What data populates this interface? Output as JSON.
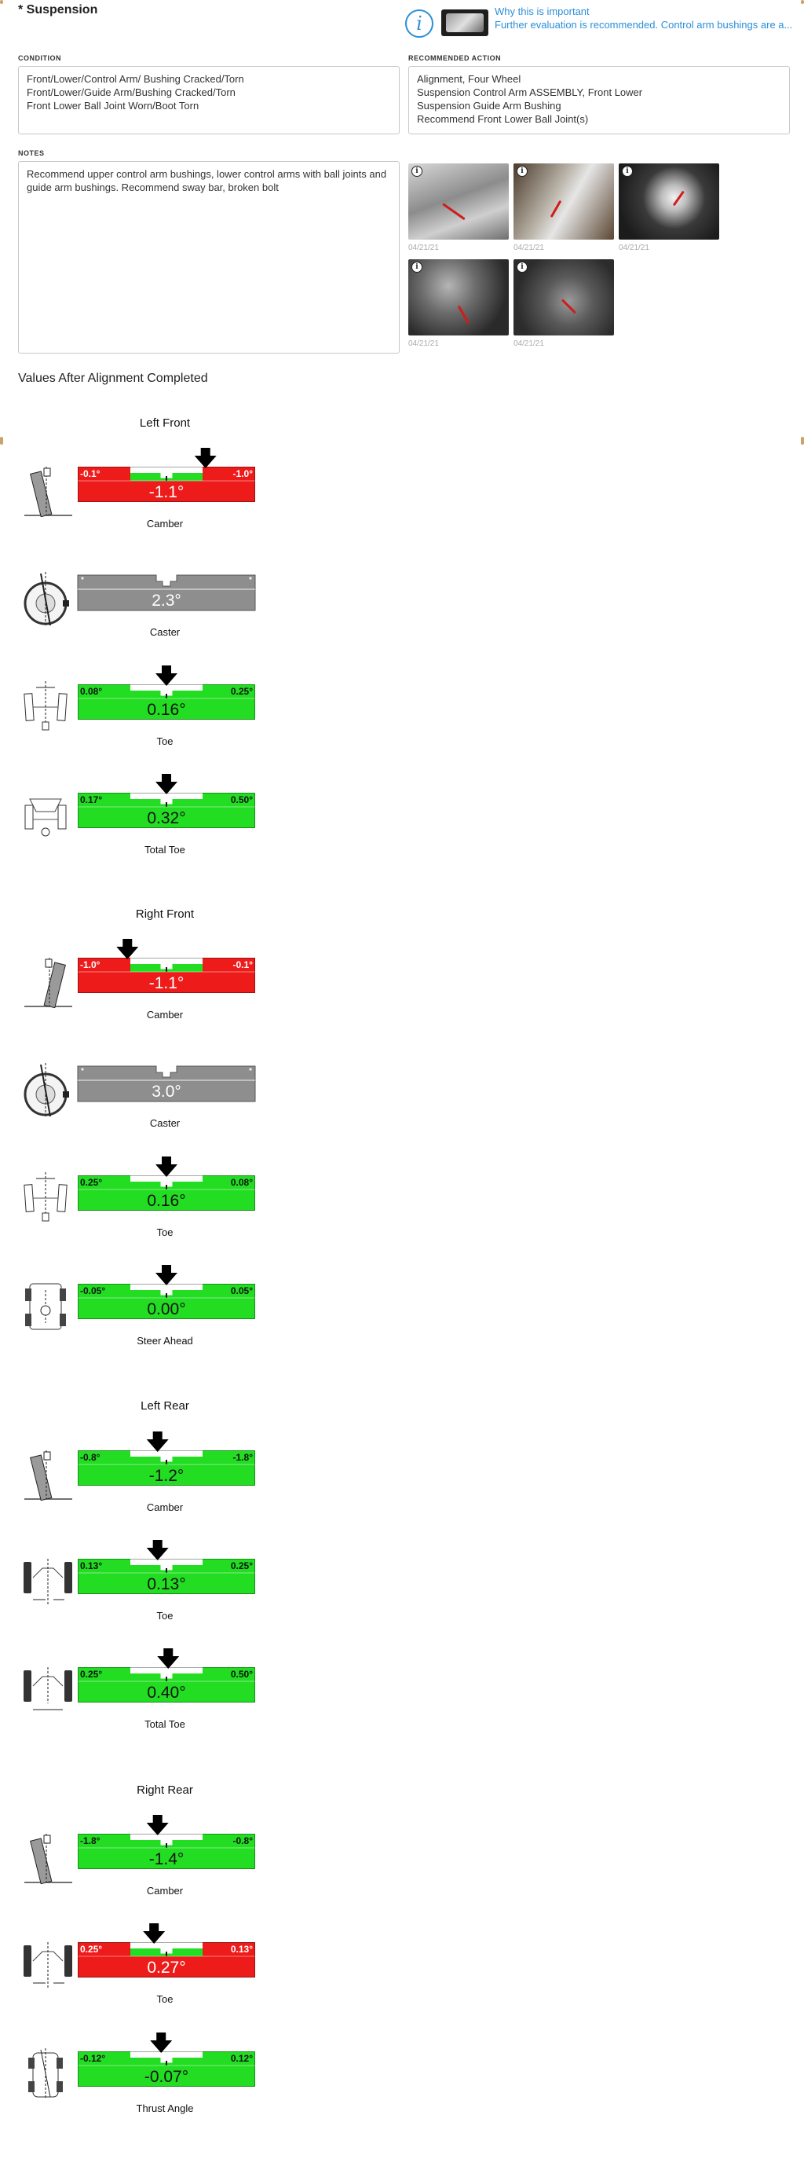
{
  "section": {
    "title": "* Suspension"
  },
  "info": {
    "icon": "info-icon",
    "link_label": "Why this is important",
    "description": "Further evaluation is recommended. Control arm bushings are a..."
  },
  "condition": {
    "label": "CONDITION",
    "lines": [
      "Front/Lower/Control Arm/ Bushing Cracked/Torn",
      "Front/Lower/Guide Arm/Bushing Cracked/Torn",
      "Front Lower Ball Joint Worn/Boot Torn"
    ]
  },
  "recommended": {
    "label": "RECOMMENDED ACTION",
    "lines": [
      "Alignment, Four Wheel",
      "Suspension Control Arm ASSEMBLY, Front Lower",
      "Suspension Guide Arm Bushing",
      "Recommend Front Lower Ball Joint(s)"
    ]
  },
  "notes": {
    "label": "NOTES",
    "text": "Recommend upper control arm bushings, lower control arms with ball joints and guide arm bushings. Recommend sway bar, broken bolt"
  },
  "photos": [
    {
      "date": "04/21/21"
    },
    {
      "date": "04/21/21"
    },
    {
      "date": "04/21/21"
    },
    {
      "date": "04/21/21"
    },
    {
      "date": "04/21/21"
    }
  ],
  "values_title": "Values After Alignment Completed",
  "colors": {
    "in_spec": "#22dd22",
    "out_spec": "#ee1b1b",
    "neutral": "#8e8e8e",
    "link": "#2a8fd8"
  },
  "groups": [
    {
      "title": "Left Front",
      "measurements": [
        {
          "label": "Camber",
          "diagram": "camber-left-icon",
          "status": "out",
          "value": "-1.1°",
          "min": "-0.1°",
          "max": "-1.0°",
          "pointer": 0.72
        },
        {
          "label": "Caster",
          "diagram": "caster-icon",
          "status": "neutral",
          "value": "2.3°",
          "min": "",
          "max": "",
          "pointer": null
        },
        {
          "label": "Toe",
          "diagram": "toe-front-icon",
          "status": "in",
          "value": "0.16°",
          "min": "0.08°",
          "max": "0.25°",
          "pointer": 0.5
        },
        {
          "label": "Total Toe",
          "diagram": "total-toe-front-icon",
          "status": "in",
          "value": "0.32°",
          "min": "0.17°",
          "max": "0.50°",
          "pointer": 0.5
        }
      ]
    },
    {
      "title": "Right Front",
      "measurements": [
        {
          "label": "Camber",
          "diagram": "camber-right-icon",
          "status": "out",
          "value": "-1.1°",
          "min": "-1.0°",
          "max": "-0.1°",
          "pointer": 0.28
        },
        {
          "label": "Caster",
          "diagram": "caster-icon",
          "status": "neutral",
          "value": "3.0°",
          "min": "",
          "max": "",
          "pointer": null
        },
        {
          "label": "Toe",
          "diagram": "toe-front-icon",
          "status": "in",
          "value": "0.16°",
          "min": "0.25°",
          "max": "0.08°",
          "pointer": 0.5
        },
        {
          "label": "Steer Ahead",
          "diagram": "steer-ahead-icon",
          "status": "in",
          "value": "0.00°",
          "min": "-0.05°",
          "max": "0.05°",
          "pointer": 0.5
        }
      ]
    },
    {
      "title": "Left Rear",
      "measurements": [
        {
          "label": "Camber",
          "diagram": "camber-left-icon",
          "status": "in",
          "value": "-1.2°",
          "min": "-0.8°",
          "max": "-1.8°",
          "pointer": 0.45
        },
        {
          "label": "Toe",
          "diagram": "toe-rear-icon",
          "status": "in",
          "value": "0.13°",
          "min": "0.13°",
          "max": "0.25°",
          "pointer": 0.45
        },
        {
          "label": "Total Toe",
          "diagram": "total-toe-rear-icon",
          "status": "in",
          "value": "0.40°",
          "min": "0.25°",
          "max": "0.50°",
          "pointer": 0.51
        }
      ]
    },
    {
      "title": "Right Rear",
      "measurements": [
        {
          "label": "Camber",
          "diagram": "camber-left-icon",
          "status": "in",
          "value": "-1.4°",
          "min": "-1.8°",
          "max": "-0.8°",
          "pointer": 0.45
        },
        {
          "label": "Toe",
          "diagram": "toe-rear-icon",
          "status": "out",
          "value": "0.27°",
          "min": "0.25°",
          "max": "0.13°",
          "pointer": 0.43
        },
        {
          "label": "Thrust Angle",
          "diagram": "thrust-angle-icon",
          "status": "in",
          "value": "-0.07°",
          "min": "-0.12°",
          "max": "0.12°",
          "pointer": 0.47
        }
      ]
    }
  ]
}
